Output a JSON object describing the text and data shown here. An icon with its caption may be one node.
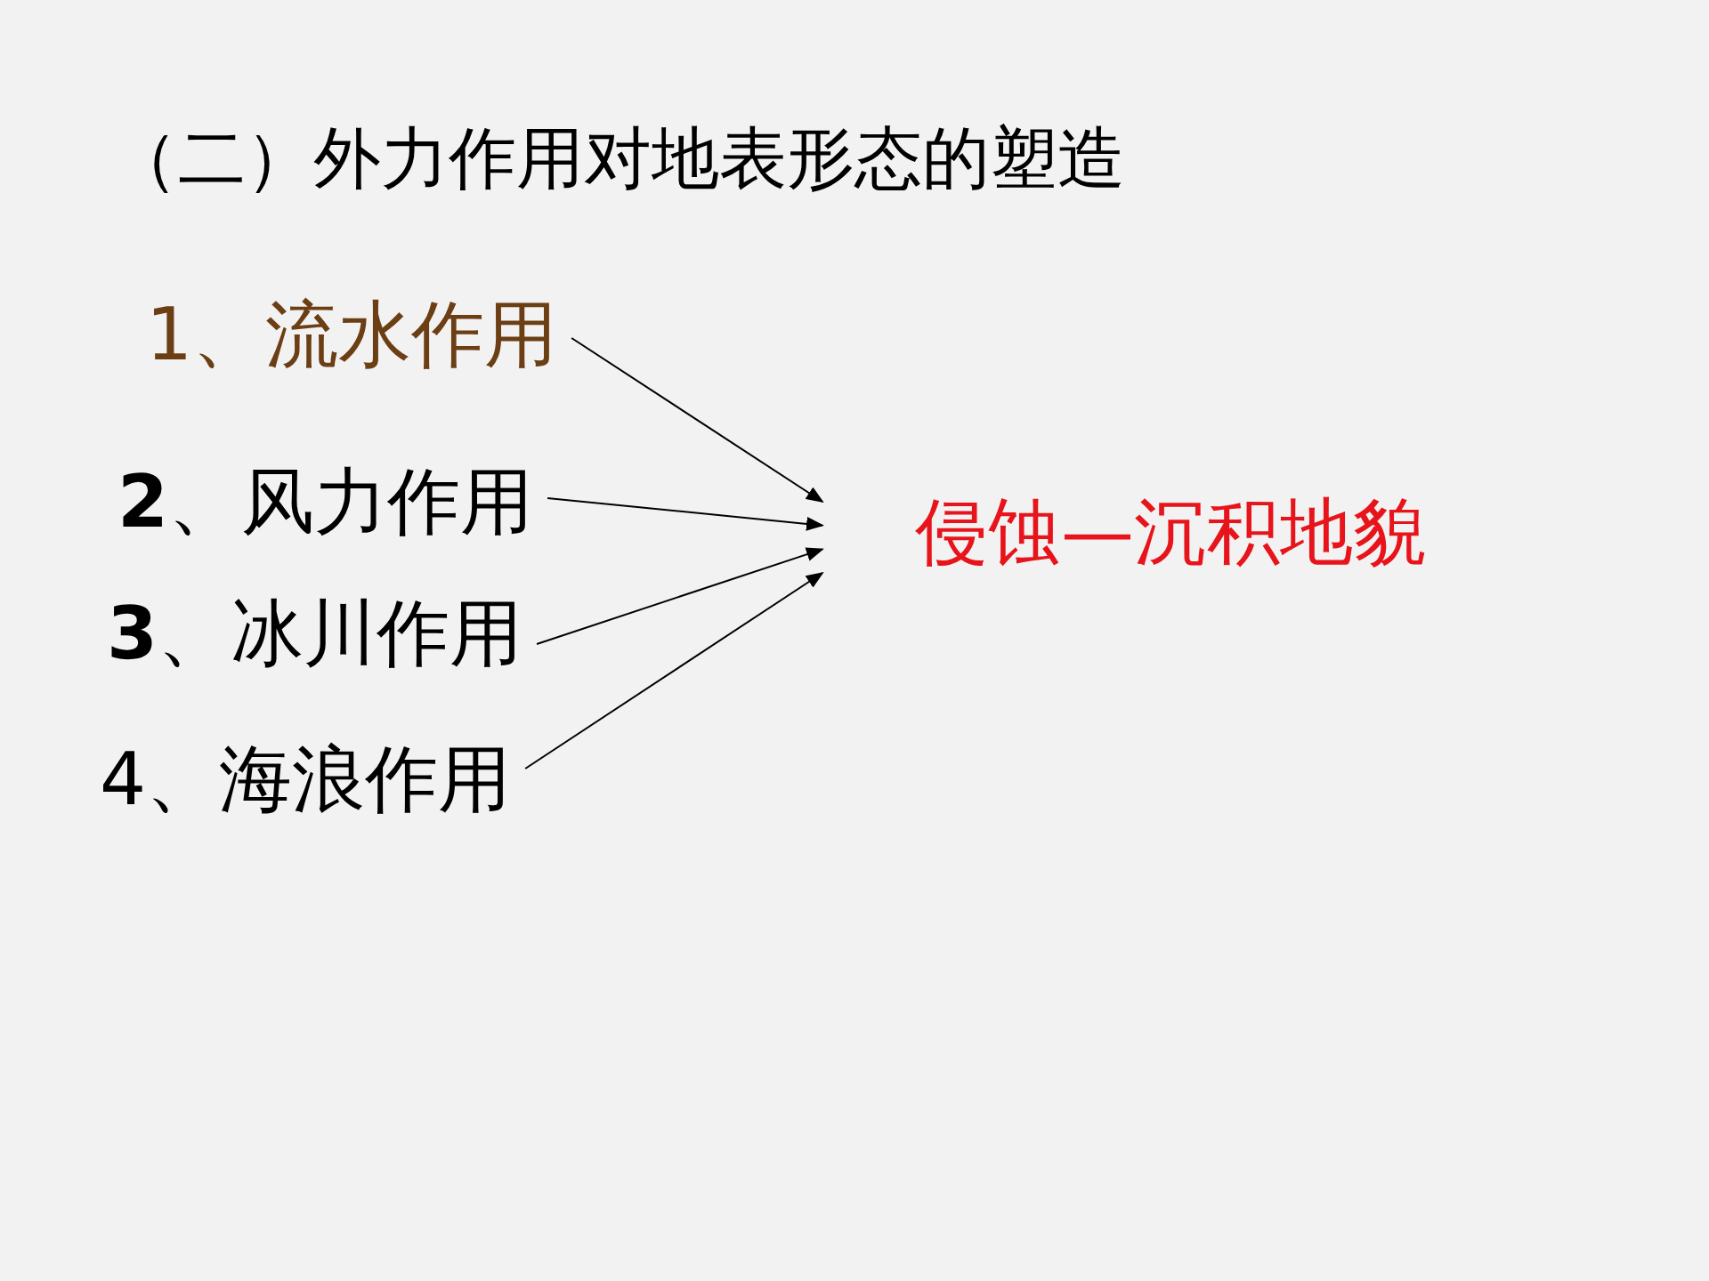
{
  "diagram": {
    "title": "（二）外力作用对地表形态的塑造",
    "nodes": [
      {
        "text": [
          "1、流水作用"
        ]
      },
      {
        "text": [
          "**2**、风力作用"
        ]
      },
      {
        "text": [
          "**3**、冰川作用"
        ]
      },
      {
        "text": [
          "4、海浪作用"
        ]
      },
      {
        "text": [
          "侵蚀—沉积地貌"
        ]
      }
    ],
    "edges": [
      {
        "from": 0,
        "to": 4,
        "arrow": "to"
      },
      {
        "from": 1,
        "to": 4,
        "arrow": "to"
      },
      {
        "from": 2,
        "to": 4,
        "arrow": "to"
      },
      {
        "from": 3,
        "to": 4,
        "arrow": "to"
      }
    ]
  }
}
